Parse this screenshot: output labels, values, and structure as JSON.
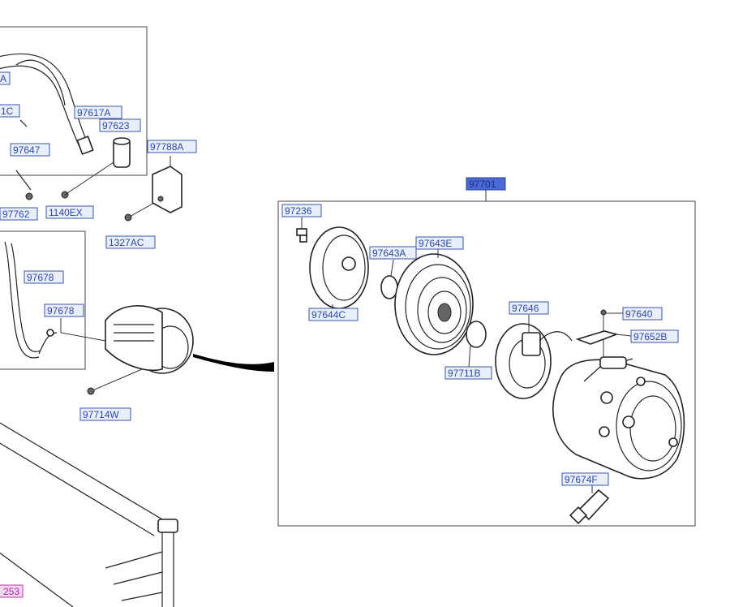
{
  "labels": {
    "a_partial": "A",
    "c11_partial": "1C",
    "p97617a": "97617A",
    "p97623": "97623",
    "p97647": "97647",
    "p97788a": "97788A",
    "p1140ex": "1140EX",
    "p97762": "97762",
    "p1327ac": "1327AC",
    "p97678_top": "97678",
    "p97678_mid": "97678",
    "p97714w": "97714W",
    "p97701": "97701",
    "p97236": "97236",
    "p97643a": "97643A",
    "p97643e": "97643E",
    "p97644c": "97644C",
    "p97646": "97646",
    "p97640": "97640",
    "p97652b": "97652B",
    "p97711b": "97711B",
    "p97674f": "97674F",
    "p253_partial": "253"
  },
  "colors": {
    "label_fill": "#e9eefb",
    "label_stroke": "#3b57a8",
    "label_text": "#2c49a6",
    "selected_fill": "#4a6ad8",
    "pink_text": "#b0269f"
  }
}
